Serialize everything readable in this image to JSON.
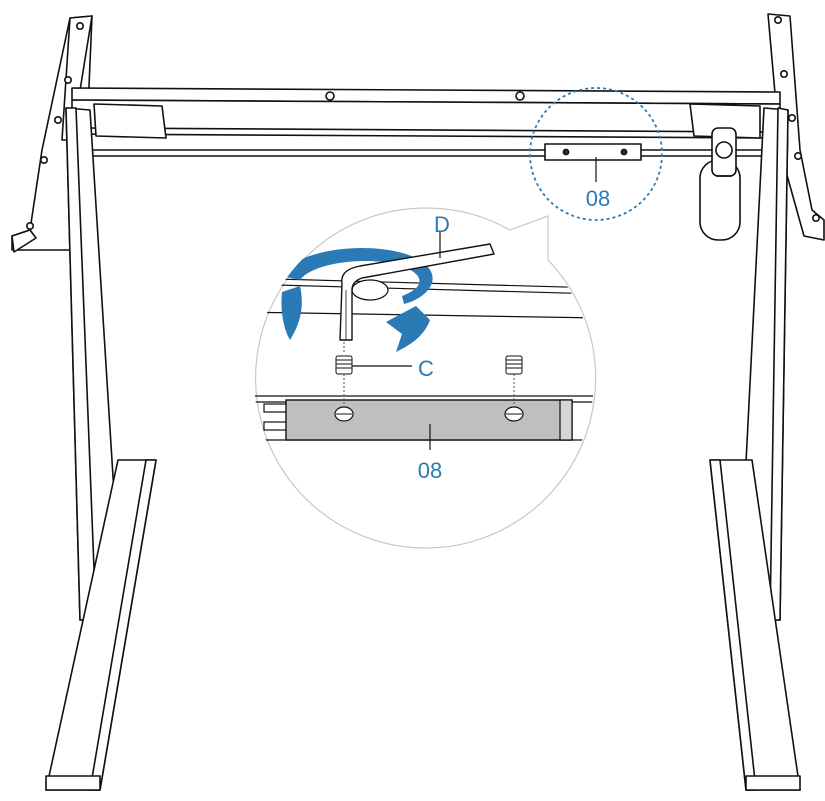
{
  "labels": {
    "part_top": "08",
    "part_zoom": "08",
    "hex_key": "D",
    "screw": "C"
  },
  "colors": {
    "line": "#111111",
    "accent": "#2a7bb5",
    "bar_fill": "#bfbfbf",
    "zoom_bg": "#ffffff",
    "callout_outline": "#c8c8c8",
    "dash_circle": "#2a7bb5"
  },
  "icons": {
    "rotation": "rotate-arrow-icon",
    "hex_key": "allen-key-icon",
    "screw": "set-screw-icon"
  }
}
